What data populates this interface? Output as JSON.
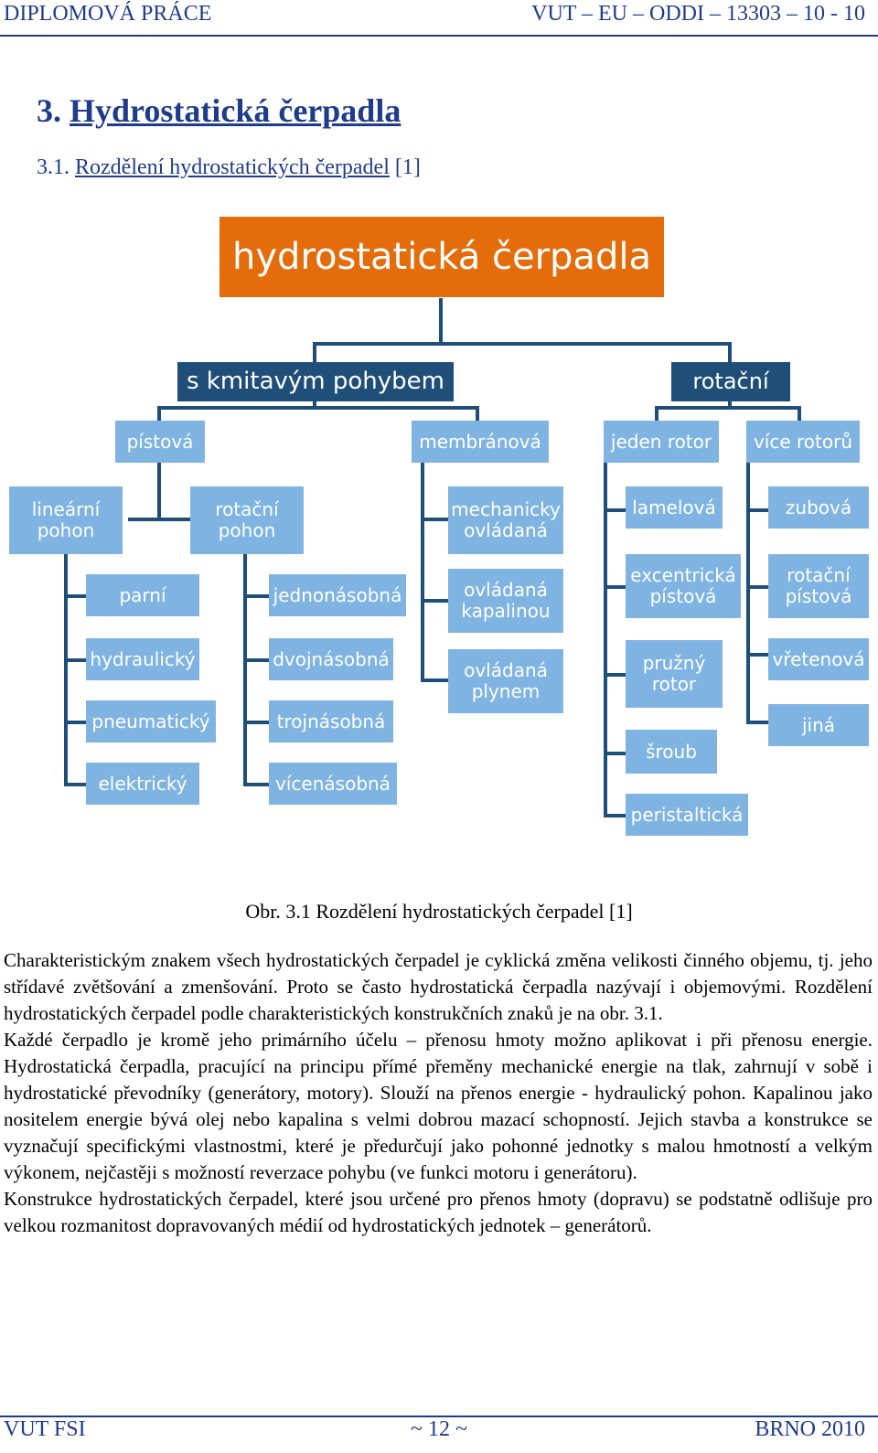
{
  "header": {
    "left": "DIPLOMOVÁ PRÁCE",
    "right": "VUT – EU – ODDI – 13303 – 10 - 10"
  },
  "heading": {
    "number": "3.",
    "title": "Hydrostatická čerpadla"
  },
  "subheading": {
    "number": "3.1.",
    "title": "Rozdělení hydrostatických čerpadel",
    "ref": "[1]"
  },
  "diagram": {
    "root": "hydrostatická čerpadla",
    "oscillating": "s kmitavým pohybem",
    "rotary": "rotační",
    "piston": "pístová",
    "membrane": "membránová",
    "single_rotor": "jeden rotor",
    "multi_rotor": "více rotorů",
    "linear_drive": "lineární pohon",
    "rotary_drive": "rotační pohon",
    "linear_items": [
      "parní",
      "hydraulický",
      "pneumatický",
      "elektrický"
    ],
    "rotary_items": [
      "jednonásobná",
      "dvojnásobná",
      "trojnásobná",
      "vícenásobná"
    ],
    "membrane_items": [
      "mechanicky ovládaná",
      "ovládaná kapalinou",
      "ovládaná plynem"
    ],
    "single_rotor_items": [
      "lamelová",
      "excentrická pístová",
      "pružný rotor",
      "šroub",
      "peristaltická"
    ],
    "multi_rotor_items": [
      "zubová",
      "rotační pístová",
      "vřetenová",
      "jiná"
    ]
  },
  "caption": "Obr. 3.1 Rozdělení hydrostatických čerpadel [1]",
  "paragraphs": [
    "Charakteristickým znakem všech hydrostatických čerpadel je cyklická změna velikosti činného objemu, tj. jeho střídavé zvětšování a zmenšování. Proto se často hydrostatická čerpadla nazývají i objemovými. Rozdělení hydrostatických čerpadel podle charakteristických konstrukčních znaků je na obr. 3.1.",
    "Každé čerpadlo je kromě jeho primárního účelu – přenosu hmoty možno aplikovat i při přenosu energie. Hydrostatická čerpadla, pracující na principu přímé přeměny mechanické energie na tlak, zahrnují v sobě i hydrostatické převodníky (generátory, motory). Slouží na přenos energie - hydraulický pohon. Kapalinou jako nositelem energie bývá olej nebo kapalina s velmi dobrou mazací schopností. Jejich stavba a konstrukce se vyznačují specifickými vlastnostmi, které je předurčují jako pohonné jednotky s malou hmotností a velkým výkonem, nejčastěji s možností reverzace pohybu (ve funkci motoru i generátoru).",
    "Konstrukce hydrostatických čerpadel, které jsou určené pro přenos hmoty (dopravu) se podstatně odlišuje pro velkou rozmanitost dopravovaných médií od hydrostatických jednotek – generátorů."
  ],
  "footer": {
    "left": "VUT FSI",
    "center": "~ 12 ~",
    "right": "BRNO 2010"
  },
  "colors": {
    "root": "#e46c0a",
    "dark_box": "#1f4e79",
    "light_box": "#7fb4e2",
    "header_text": "#1f3c8a"
  }
}
